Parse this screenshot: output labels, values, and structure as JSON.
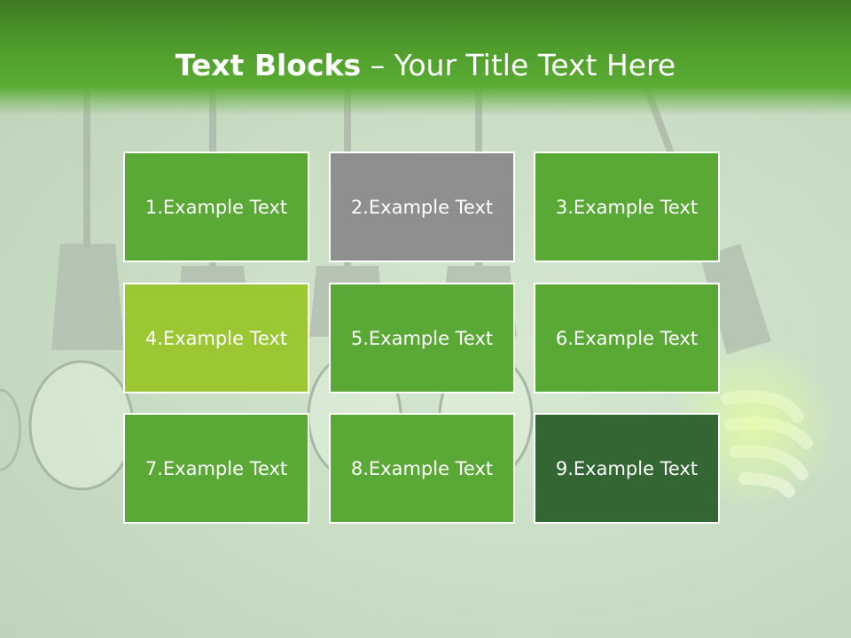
{
  "title": {
    "bold": "Text Blocks",
    "rest": " – Your Title Text Here"
  },
  "blocks": [
    {
      "label": "1.Example Text",
      "color": "#5aa835"
    },
    {
      "label": "2.Example Text",
      "color": "#8f8f8f"
    },
    {
      "label": "3.Example Text",
      "color": "#5aa835"
    },
    {
      "label": "4.Example Text",
      "color": "#9ac732"
    },
    {
      "label": "5.Example Text",
      "color": "#5aa835"
    },
    {
      "label": "6.Example Text",
      "color": "#5aa835"
    },
    {
      "label": "7.Example Text",
      "color": "#5aa835"
    },
    {
      "label": "8.Example Text",
      "color": "#5aa835"
    },
    {
      "label": "9.Example Text",
      "color": "#336633"
    }
  ]
}
